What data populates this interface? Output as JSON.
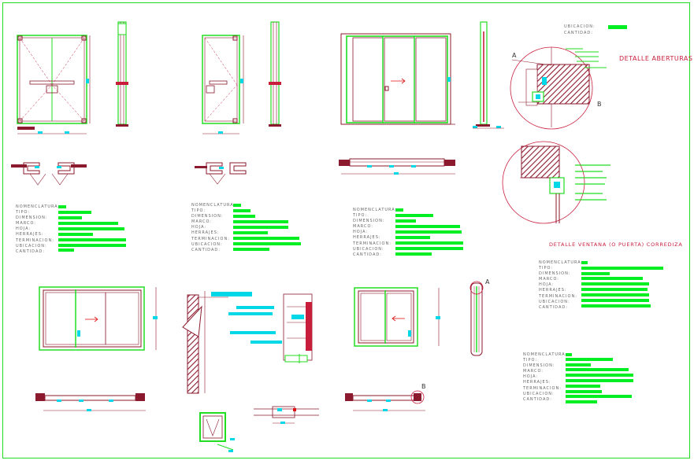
{
  "sheet": {
    "titles": {
      "detalle_aberturas": "DETALLE ABERTURAS",
      "detalle_ventana": "DETALLE VENTANA (O PUERTA) CORREDIZA"
    },
    "callouts": {
      "a1": "A",
      "b1": "B",
      "a2": "A",
      "b2": "B"
    },
    "spec_blocks": [
      {
        "lines": [
          "NOMENCLATURA:",
          "TIPO:",
          "DIMENSION:",
          "MARCO:",
          "HOJA:",
          "HERRAJES:",
          "TERMINACION:",
          "UBICACION:",
          "CANTIDAD:"
        ]
      },
      {
        "lines": [
          "NOMENCLATURA:",
          "TIPO:",
          "DIMENSION:",
          "MARCO:",
          "HOJA:",
          "HERRAJES:",
          "TERMINACION:",
          "UBICACION:",
          "CANTIDAD:"
        ]
      },
      {
        "lines": [
          "NOMENCLATURA:",
          "TIPO:",
          "DIMENSION:",
          "MARCO:",
          "HOJA:",
          "HERRAJES:",
          "TERMINACION:",
          "UBICACION:",
          "CANTIDAD:"
        ]
      },
      {
        "lines": [
          "NOMENCLATURA:",
          "TIPO:",
          "DIMENSION:",
          "MARCO:",
          "HOJA:",
          "HERRAJES:",
          "TERMINACION:",
          "UBICACION:",
          "CANTIDAD:"
        ]
      },
      {
        "lines": [
          "NOMENCLATURA:",
          "TIPO:",
          "DIMENSION:",
          "MARCO:",
          "HOJA:",
          "HERRAJES:",
          "TERMINACION:",
          "UBICACION:",
          "CANTIDAD:"
        ]
      }
    ],
    "top_right_labels": [
      "UBICACION:",
      "CANTIDAD:"
    ],
    "colors": {
      "line_green": "#22dd22",
      "label_green": "#00ee22",
      "maroon": "#8b1a2e",
      "red": "#e01010",
      "cyan": "#00d8e8",
      "gray": "#777777"
    }
  }
}
